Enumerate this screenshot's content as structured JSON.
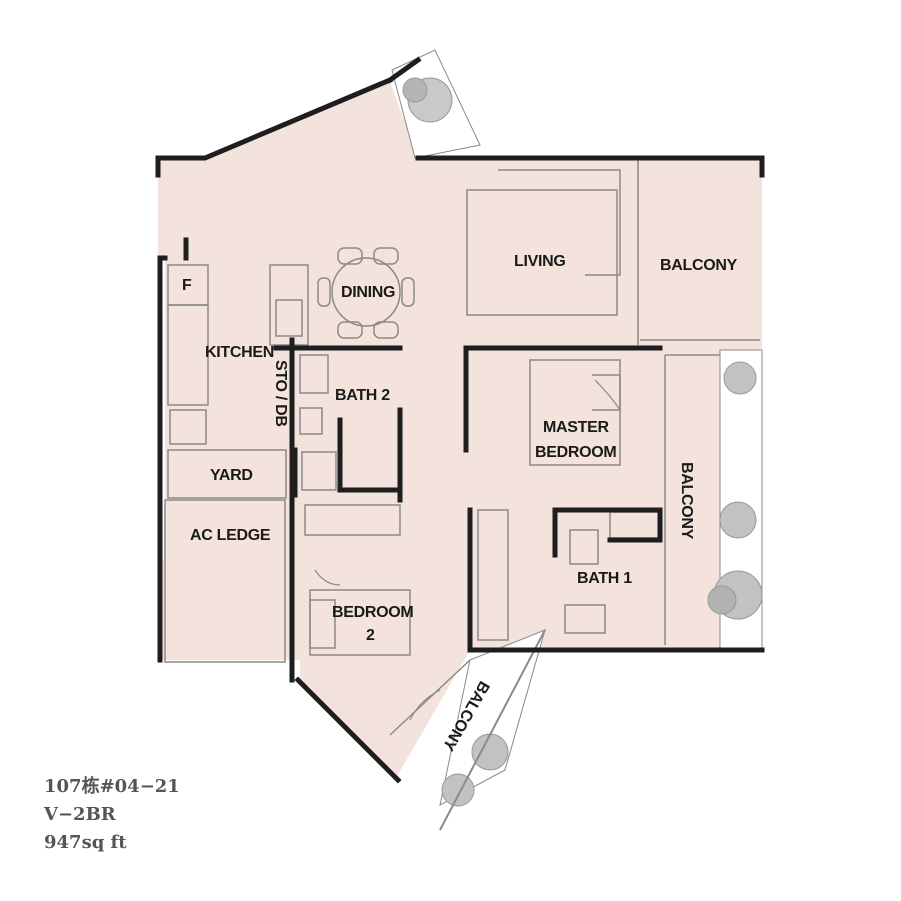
{
  "rooms": {
    "living": "LIVING",
    "balcony_top": "BALCONY",
    "dining": "DINING",
    "fridge": "F",
    "kitchen": "KITCHEN",
    "store_db": "STO / DB",
    "bath2": "BATH 2",
    "master_line1": "MASTER",
    "master_line2": "BEDROOM",
    "balcony_right": "BALCONY",
    "yard": "YARD",
    "ac_ledge": "AC LEDGE",
    "bath1": "BATH 1",
    "bedroom2_line1": "BEDROOM",
    "bedroom2_line2": "2",
    "balcony_bottom": "BALCONY"
  },
  "unit_info": {
    "unit": "107栋#04−21",
    "type": "V−2BR",
    "area": "947sq ft"
  },
  "colors": {
    "floor": "#f3e3dc",
    "wall": "#1e1e1e",
    "outline": "#8a8a8a",
    "greenery": "#a8a8a8"
  }
}
